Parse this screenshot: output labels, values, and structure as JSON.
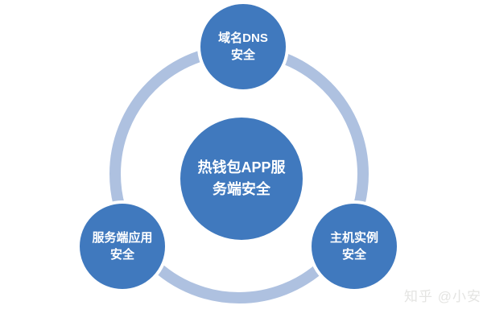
{
  "diagram": {
    "title_semantic": "hot-wallet-app-server-security-cycle",
    "colors": {
      "node_fill": "#4079BE",
      "ring": "#AEC1E0",
      "node_text": "#FFFFFF",
      "watermark_text": "#E4E4E2",
      "background": "#FFFFFF"
    },
    "center_node": {
      "line1": "热钱包APP服",
      "line2": "务端安全"
    },
    "nodes": {
      "top": {
        "line1": "域名DNS",
        "line2": "安全"
      },
      "bottom_left": {
        "line1": "服务端应用",
        "line2": "安全"
      },
      "bottom_right": {
        "line1": "主机实例",
        "line2": "安全"
      }
    }
  },
  "watermark": {
    "text": "知乎 @小安"
  }
}
